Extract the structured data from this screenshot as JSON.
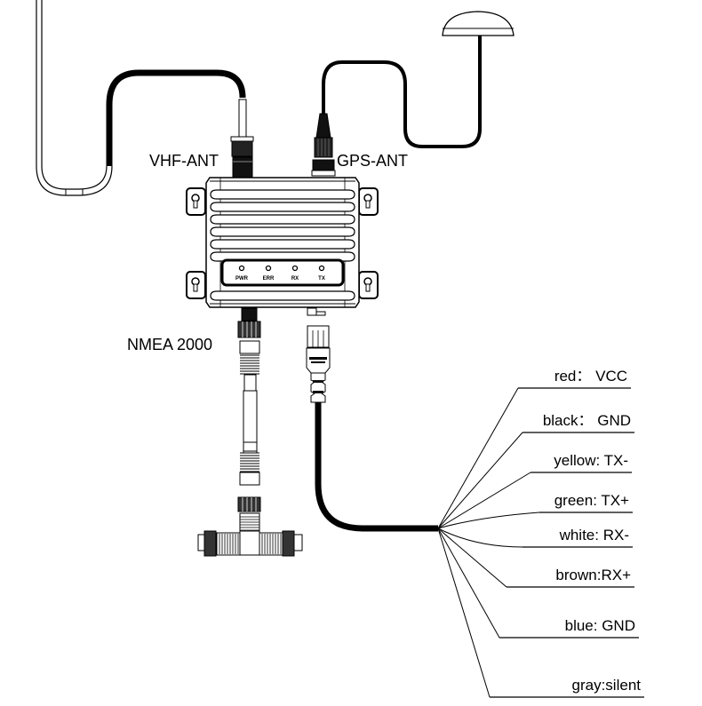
{
  "ports": {
    "vhf": "VHF-ANT",
    "gps": "GPS-ANT",
    "nmea": "NMEA 2000"
  },
  "leds": [
    "PWR",
    "ERR",
    "RX",
    "TX"
  ],
  "wires": [
    {
      "color": "red",
      "sep": "：",
      "signal": "VCC"
    },
    {
      "color": "black",
      "sep": "：",
      "signal": "GND"
    },
    {
      "color": "yellow",
      "sep": ": ",
      "signal": "TX-"
    },
    {
      "color": "green",
      "sep": ": ",
      "signal": "TX+"
    },
    {
      "color": "white",
      "sep": ": ",
      "signal": "RX-"
    },
    {
      "color": "brown",
      "sep": ":",
      "signal": "RX+"
    },
    {
      "color": "blue",
      "sep": ": ",
      "signal": "GND"
    },
    {
      "color": "gray",
      "sep": ":",
      "signal": "silent"
    }
  ],
  "wire_labels": [
    "red： VCC",
    "black： GND",
    "yellow: TX-",
    "green: TX+",
    "white: RX-",
    "brown:RX+",
    "blue: GND",
    "gray:silent"
  ]
}
